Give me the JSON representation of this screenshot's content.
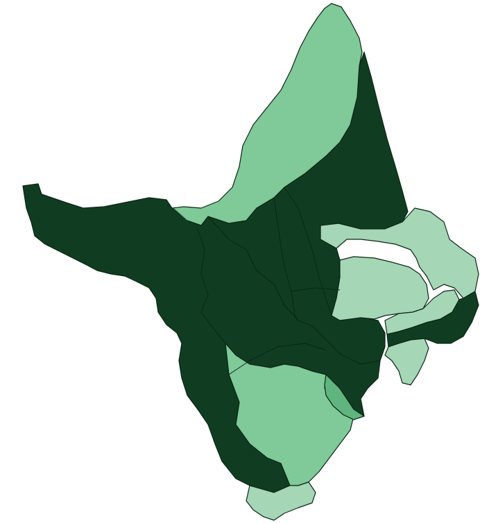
{
  "colors": {
    "background": "#ffffff",
    "dark": "#103d22",
    "medium": "#80c999",
    "light": "#a5d6b5",
    "accent": "#5fb57d",
    "border": "#0a2614",
    "border_light": "#3b6e4a"
  },
  "regions": [
    {
      "id": "west-dark",
      "fill": "dark"
    },
    {
      "id": "north-medium",
      "fill": "medium"
    },
    {
      "id": "northeast-dark",
      "fill": "dark"
    },
    {
      "id": "east-light-north",
      "fill": "light"
    },
    {
      "id": "east-light-center",
      "fill": "light"
    },
    {
      "id": "east-medium-strip",
      "fill": "light"
    },
    {
      "id": "east-dark-band",
      "fill": "dark"
    },
    {
      "id": "southeast-light",
      "fill": "light"
    },
    {
      "id": "south-medium",
      "fill": "medium"
    },
    {
      "id": "south-accent",
      "fill": "accent"
    },
    {
      "id": "south-light",
      "fill": "light"
    }
  ]
}
